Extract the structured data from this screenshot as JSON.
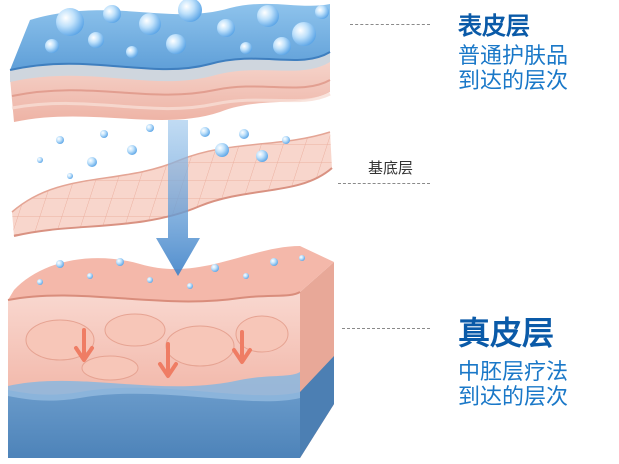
{
  "labels": {
    "epidermis": {
      "title": "表皮层",
      "lines": [
        "普通护肤品",
        "到达的层次"
      ]
    },
    "basal": {
      "title": "基底层"
    },
    "dermis": {
      "title": "真皮层",
      "lines": [
        "中胚层疗法",
        "到达的层次"
      ]
    }
  },
  "colors": {
    "title": "#0a5aa8",
    "desc": "#1a78c8",
    "label_small": "#333333",
    "dashed_line": "#8a8a8a",
    "blue_layer": "#6aa9de",
    "pink_layer": "#f6c9bd",
    "deep_blue": "#5f93c6",
    "arrow": "#4f8fd1",
    "red_arrow": "#ef7d64"
  }
}
